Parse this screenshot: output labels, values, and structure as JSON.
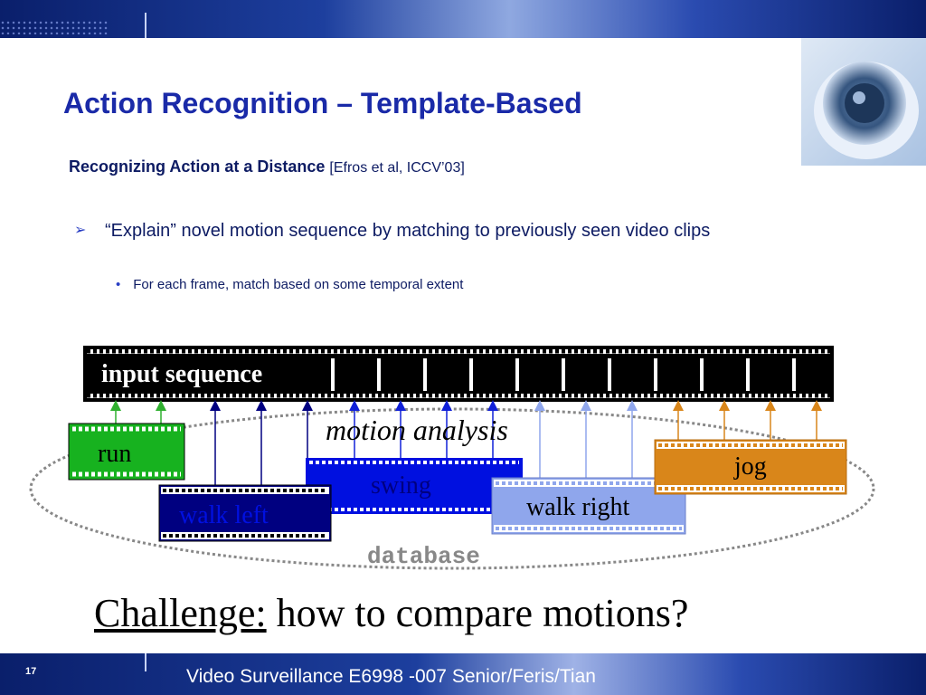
{
  "slide": {
    "title": "Action Recognition – Template-Based",
    "subtitle": "Recognizing Action at a Distance",
    "subtitle_ref": "[Efros et al, ICCV’03]",
    "bullet1": "“Explain” novel motion sequence by matching to previously seen video clips",
    "bullet2": "For each frame, match based on some temporal extent",
    "challenge_label": "Challenge:",
    "challenge_text": " how to compare motions?",
    "footer": "Video Surveillance E6998 -007 Senior/Feris/Tian",
    "slide_number": "17"
  },
  "diagram": {
    "input_label": "input sequence",
    "motion_label": "motion analysis",
    "database_label": "database",
    "clips": {
      "run": "run",
      "walk_left": "walk left",
      "swing": "swing",
      "walk_right": "walk right",
      "jog": "jog"
    }
  },
  "colors": {
    "title": "#1a2aa8",
    "run": "#17b21f",
    "walk_left": "#000080",
    "swing": "#0010e0",
    "walk_right": "#8fa6ec",
    "jog": "#d9861a"
  }
}
